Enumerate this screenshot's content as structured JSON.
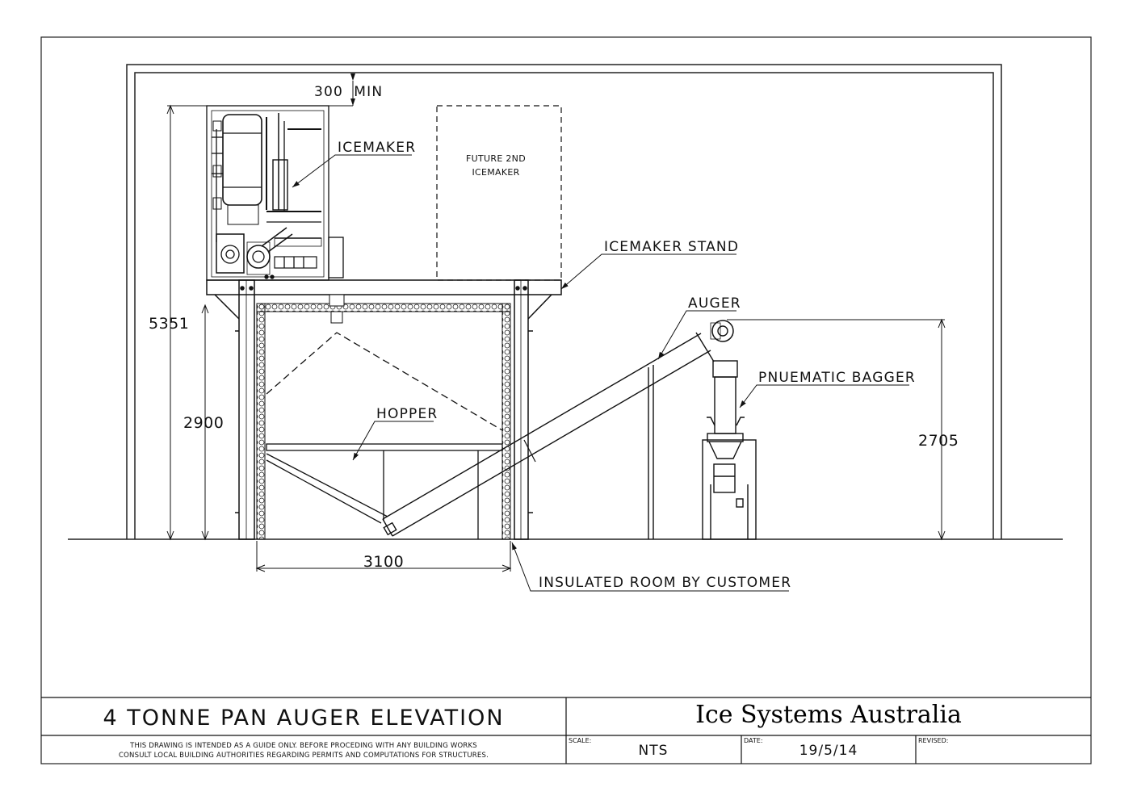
{
  "labels": {
    "clearance": "300  MIN",
    "icemaker": "ICEMAKER",
    "future_icemaker_line1": "FUTURE 2ND",
    "future_icemaker_line2": "ICEMAKER",
    "icemaker_stand": "ICEMAKER STAND",
    "auger": "AUGER",
    "pneumatic_bagger": "PNUEMATIC BAGGER",
    "hopper": "HOPPER",
    "insulated_room": "INSULATED ROOM BY CUSTOMER"
  },
  "dimensions": {
    "total_height": "5351",
    "stand_height": "2900",
    "room_width": "3100",
    "auger_height": "2705"
  },
  "title_block": {
    "title": "4 TONNE PAN AUGER ELEVATION",
    "company": "Ice Systems Australia",
    "note_line1": "THIS DRAWING IS INTENDED AS A GUIDE ONLY. BEFORE PROCEDING WITH ANY BUILDING WORKS",
    "note_line2": "CONSULT LOCAL BUILDING AUTHORITIES REGARDING PERMITS AND COMPUTATIONS FOR STRUCTURES.",
    "scale_label": "SCALE:",
    "scale": "NTS",
    "date_label": "DATE:",
    "date": "19/5/14",
    "revised_label": "REVISED:",
    "revised": ""
  }
}
